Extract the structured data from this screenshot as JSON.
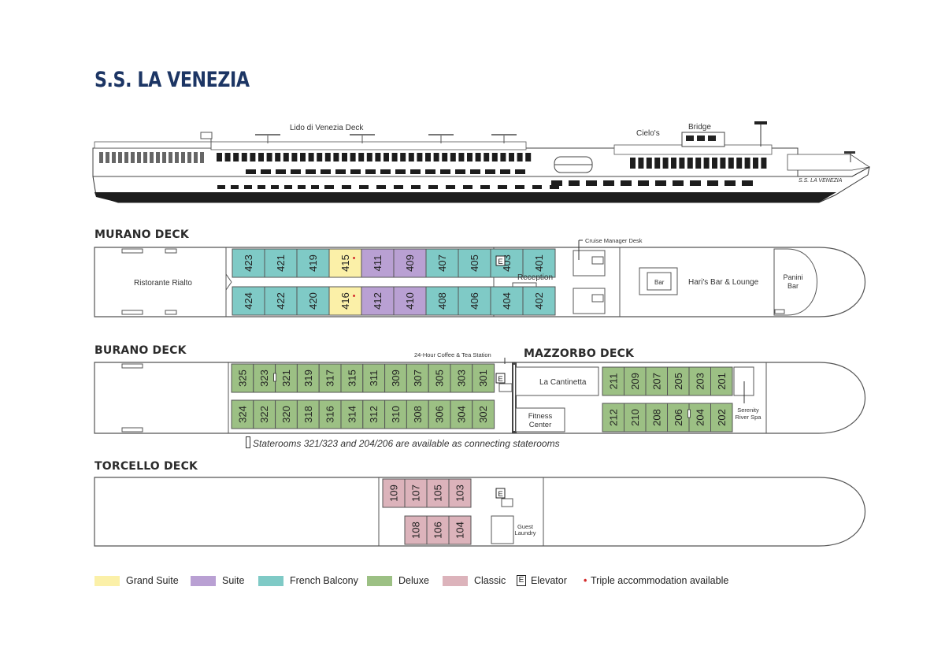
{
  "title": "S.S. LA VENEZIA",
  "ship": {
    "nameplate": "S.S. LA VENEZIA",
    "labels": {
      "lido": "Lido di Venezia Deck",
      "cielos": "Cielo's",
      "bridge": "Bridge"
    }
  },
  "colors": {
    "grand_suite": "#fbf0a8",
    "suite": "#b9a0d3",
    "french_balcony": "#7fcac6",
    "deluxe": "#9cc084",
    "classic": "#dcb3bb",
    "outline": "#555555",
    "triple_dot": "#d42a2a"
  },
  "decks": {
    "murano": {
      "name": "MURANO DECK",
      "top_rooms": [
        {
          "no": "423",
          "cat": "french_balcony",
          "triple": false
        },
        {
          "no": "421",
          "cat": "french_balcony",
          "triple": false
        },
        {
          "no": "419",
          "cat": "french_balcony",
          "triple": false
        },
        {
          "no": "415",
          "cat": "grand_suite",
          "triple": true
        },
        {
          "no": "411",
          "cat": "suite",
          "triple": false
        },
        {
          "no": "409",
          "cat": "suite",
          "triple": false
        },
        {
          "no": "407",
          "cat": "french_balcony",
          "triple": false
        },
        {
          "no": "405",
          "cat": "french_balcony",
          "triple": false
        },
        {
          "no": "403",
          "cat": "french_balcony",
          "triple": false
        },
        {
          "no": "401",
          "cat": "french_balcony",
          "triple": false
        }
      ],
      "bottom_rooms": [
        {
          "no": "424",
          "cat": "french_balcony",
          "triple": false
        },
        {
          "no": "422",
          "cat": "french_balcony",
          "triple": false
        },
        {
          "no": "420",
          "cat": "french_balcony",
          "triple": false
        },
        {
          "no": "416",
          "cat": "grand_suite",
          "triple": true
        },
        {
          "no": "412",
          "cat": "suite",
          "triple": false
        },
        {
          "no": "410",
          "cat": "suite",
          "triple": false
        },
        {
          "no": "408",
          "cat": "french_balcony",
          "triple": false
        },
        {
          "no": "406",
          "cat": "french_balcony",
          "triple": false
        },
        {
          "no": "404",
          "cat": "french_balcony",
          "triple": false
        },
        {
          "no": "402",
          "cat": "french_balcony",
          "triple": false
        }
      ],
      "areas": {
        "restaurant": "Ristorante Rialto",
        "reception": "Reception",
        "cruise_manager": "Cruise Manager Desk",
        "bar": "Bar",
        "lounge": "Hari's Bar & Lounge",
        "panini": "Panini\nBar"
      }
    },
    "burano": {
      "name": "BURANO DECK",
      "top_rooms": [
        "325",
        "323",
        "321",
        "319",
        "317",
        "315",
        "311",
        "309",
        "307",
        "305",
        "303",
        "301"
      ],
      "bottom_rooms": [
        "324",
        "322",
        "320",
        "318",
        "316",
        "314",
        "312",
        "310",
        "308",
        "306",
        "304",
        "302"
      ],
      "areas": {
        "coffee": "24-Hour Coffee & Tea Station"
      }
    },
    "mazzorbo": {
      "name": "MAZZORBO DECK",
      "top_rooms": [
        "211",
        "209",
        "207",
        "205",
        "203",
        "201"
      ],
      "bottom_rooms": [
        "212",
        "210",
        "208",
        "206",
        "204",
        "202"
      ],
      "areas": {
        "cantinetta": "La Cantinetta",
        "fitness": "Fitness\nCenter",
        "spa": "Serenity\nRiver Spa"
      }
    },
    "torcello": {
      "name": "TORCELLO DECK",
      "top_rooms": [
        "109",
        "107",
        "105",
        "103"
      ],
      "bottom_rooms": [
        "108",
        "106",
        "104"
      ],
      "areas": {
        "laundry": "Guest\nLaundry"
      }
    }
  },
  "note": "Staterooms 321/323 and 204/206 are available as connecting staterooms",
  "elevator_glyph": "E",
  "legend": [
    {
      "key": "grand_suite",
      "label": "Grand Suite"
    },
    {
      "key": "suite",
      "label": "Suite"
    },
    {
      "key": "french_balcony",
      "label": "French Balcony"
    },
    {
      "key": "deluxe",
      "label": "Deluxe"
    },
    {
      "key": "classic",
      "label": "Classic"
    },
    {
      "key": "elevator",
      "label": "Elevator"
    },
    {
      "key": "triple",
      "label": "Triple accommodation available"
    }
  ],
  "triple_glyph": "•"
}
